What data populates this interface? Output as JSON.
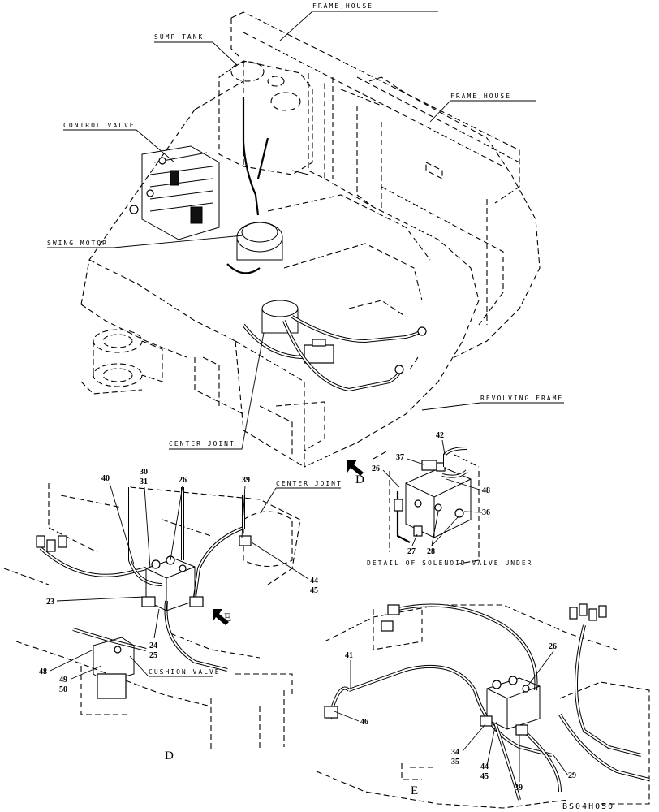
{
  "labels": {
    "frame_house_top": "FRAME;HOUSE",
    "frame_house_right": "FRAME;HOUSE",
    "sump_tank": "SUMP TANK",
    "control_valve": "CONTROL VALVE",
    "swing_motor": "SWING MOTOR",
    "revolving_frame": "REVOLVING FRAME",
    "center_joint_main": "CENTER JOINT",
    "center_joint_detail": "CENTER JOINT",
    "cushion_valve": "CUSHION VALVE",
    "detail_solenoid": "DETAIL OF SOLENOID VALVE UNDER",
    "view_d_arrow": "D",
    "view_d_bottom": "D",
    "view_e_arrow": "E",
    "view_e_bottom": "E",
    "drawing_code": "BS04H050"
  },
  "callouts": {
    "c40": "40",
    "c30": "30",
    "c31": "31",
    "c26a": "26",
    "c39a": "39",
    "c23": "23",
    "c24": "24",
    "c25": "25",
    "c44a": "44",
    "c45a": "45",
    "c48a": "48",
    "c49": "49",
    "c50": "50",
    "c42": "42",
    "c37": "37",
    "c26b": "26",
    "c48b": "48",
    "c36": "36",
    "c27": "27",
    "c28": "28",
    "c41": "41",
    "c46": "46",
    "c26c": "26",
    "c34": "34",
    "c35": "35",
    "c44b": "44",
    "c45b": "45",
    "c29": "29",
    "c39b": "39"
  }
}
